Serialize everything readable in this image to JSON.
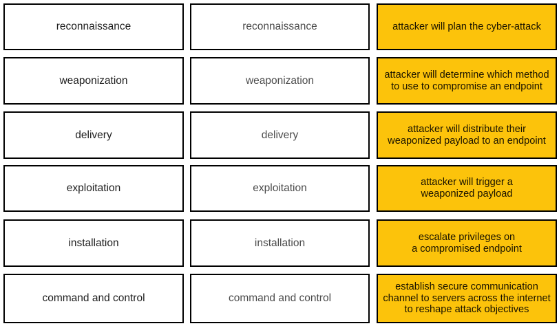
{
  "colors": {
    "definition_background": "#fcc30b",
    "tile_background": "#ffffff",
    "border": "#000000",
    "term_text": "#1d1d1d",
    "prompt_text": "#4b4b4b",
    "definition_text": "#181200"
  },
  "columns": {
    "terms": {
      "name": "terms",
      "items": [
        {
          "label": "reconnaissance"
        },
        {
          "label": "weaponization"
        },
        {
          "label": "delivery"
        },
        {
          "label": "exploitation"
        },
        {
          "label": "installation"
        },
        {
          "label": "command and control"
        }
      ]
    },
    "answers": {
      "name": "answers",
      "items": [
        {
          "label": "reconnaissance"
        },
        {
          "label": "weaponization"
        },
        {
          "label": "delivery"
        },
        {
          "label": "exploitation"
        },
        {
          "label": "installation"
        },
        {
          "label": "command and control"
        }
      ]
    },
    "definitions": {
      "name": "definitions",
      "items": [
        {
          "label": "attacker will plan the cyber-attack"
        },
        {
          "label": "attacker will determine which method\nto use to compromise an endpoint"
        },
        {
          "label": "attacker will distribute their\nweaponized payload to an endpoint"
        },
        {
          "label": "attacker will trigger a\nweaponized payload"
        },
        {
          "label": "escalate privileges on\na compromised endpoint"
        },
        {
          "label": "establish secure communication\nchannel to servers across the internet\nto reshape attack objectives"
        }
      ]
    }
  }
}
